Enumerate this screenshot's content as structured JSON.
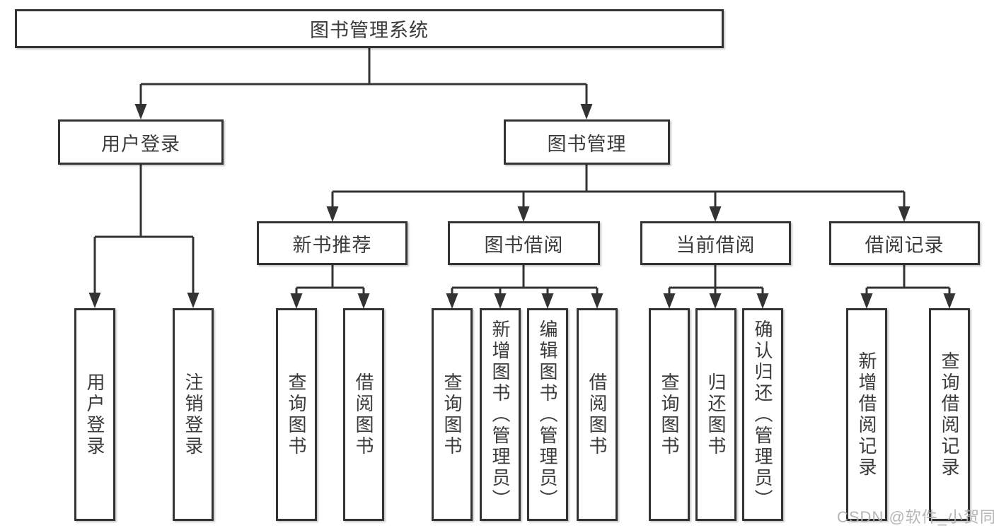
{
  "watermark": "CSDN @软件_小贺同学",
  "colors": {
    "line": "#333333",
    "box_border": "#333333",
    "text": "#3b3b3b",
    "watermark": "#b1b1b1",
    "background": "#ffffff"
  },
  "tree": {
    "label": "图书管理系统",
    "children": [
      {
        "label": "用户登录",
        "children": [
          {
            "label": "用户登录"
          },
          {
            "label": "注销登录"
          }
        ]
      },
      {
        "label": "图书管理",
        "children": [
          {
            "label": "新书推荐",
            "children": [
              {
                "label": "查询图书"
              },
              {
                "label": "借阅图书"
              }
            ]
          },
          {
            "label": "图书借阅",
            "children": [
              {
                "label": "查询图书"
              },
              {
                "label": "新增图书（管理员）"
              },
              {
                "label": "编辑图书（管理员）"
              },
              {
                "label": "借阅图书"
              }
            ]
          },
          {
            "label": "当前借阅",
            "children": [
              {
                "label": "查询图书"
              },
              {
                "label": "归还图书"
              },
              {
                "label": "确认归还（管理员）"
              }
            ]
          },
          {
            "label": "借阅记录",
            "children": [
              {
                "label": "新增借阅记录"
              },
              {
                "label": "查询借阅记录"
              }
            ]
          }
        ]
      }
    ]
  }
}
